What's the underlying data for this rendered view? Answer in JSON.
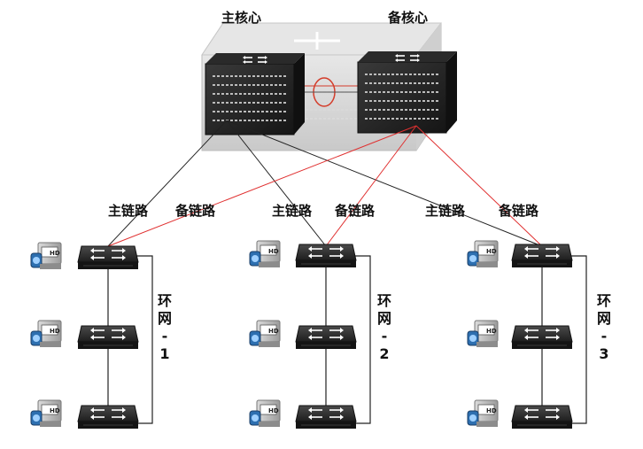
{
  "core": {
    "main_label": "主核心",
    "backup_label": "备核心"
  },
  "links": {
    "main_link": "主链路",
    "backup_link": "备链路"
  },
  "rings": [
    {
      "chars": [
        "环",
        "网",
        "-",
        "1"
      ]
    },
    {
      "chars": [
        "环",
        "网",
        "-",
        "2"
      ]
    },
    {
      "chars": [
        "环",
        "网",
        "-",
        "3"
      ]
    }
  ],
  "camera_badge": "HD",
  "colors": {
    "main_link": "#222222",
    "backup_link": "#e03030",
    "ring_line": "#222222"
  },
  "icons": [
    "core-switch-icon",
    "access-switch-icon",
    "hd-camera-icon"
  ]
}
